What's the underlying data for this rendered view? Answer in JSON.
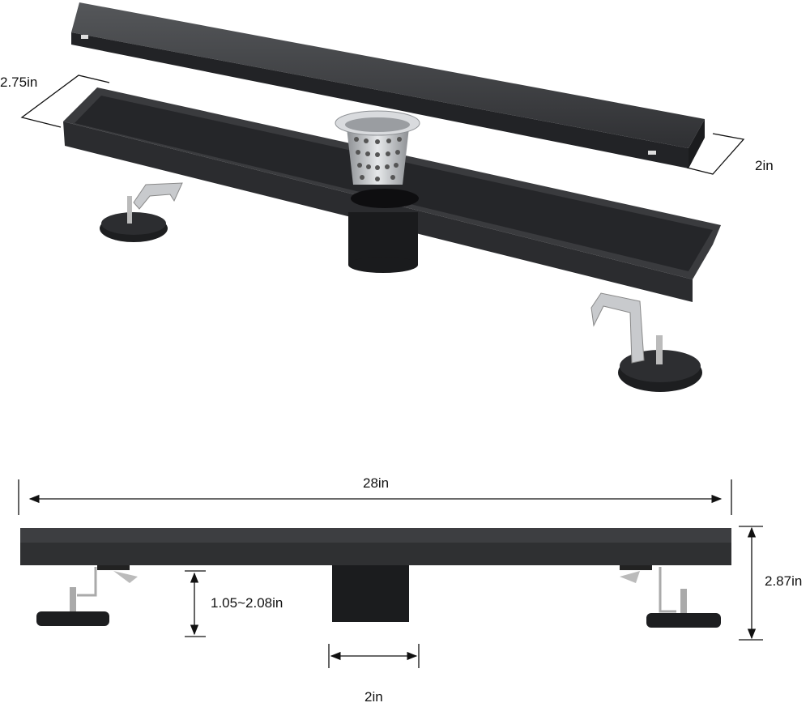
{
  "dimensions": {
    "top_width": "2.75in",
    "cover_width": "2in",
    "length": "28in",
    "total_height": "2.87in",
    "adjustable_height": "1.05~2.08in",
    "outlet_diameter": "2in"
  },
  "colors": {
    "body": "#2e2f31",
    "body_dark": "#1c1d1f",
    "body_light": "#4a4b4e",
    "steel": "#c9cbce",
    "dimension_line": "#111111"
  }
}
